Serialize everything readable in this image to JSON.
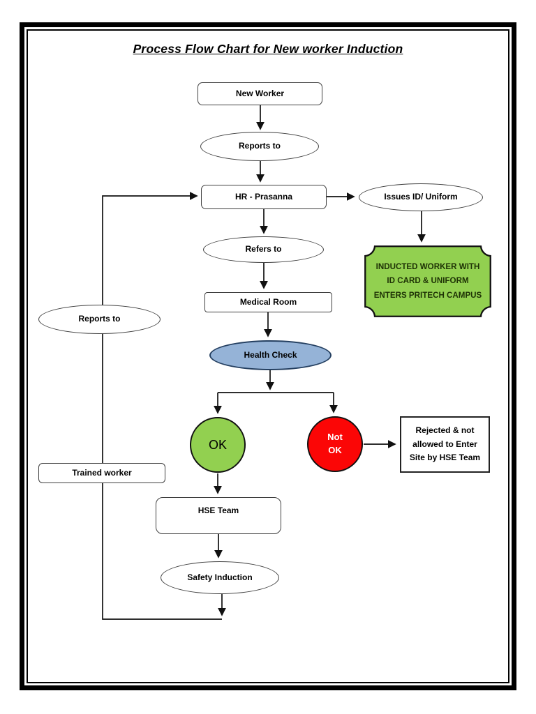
{
  "page": {
    "title": "Process Flow Chart for New worker Induction"
  },
  "colors": {
    "line": "#111111",
    "ok_green": "#92d050",
    "not_ok_red": "#fb0606",
    "health_blue": "#95b3d7",
    "plaque_green": "#92d050",
    "plaque_text": "#1e3205"
  },
  "nodes": {
    "new_worker": {
      "label": "New Worker"
    },
    "reports_to_top": {
      "label": "Reports to"
    },
    "hr": {
      "label": "HR - Prasanna"
    },
    "issues_id": {
      "label": "Issues ID/ Uniform"
    },
    "inducted": {
      "lines": [
        "INDUCTED WORKER WITH",
        "ID CARD & UNIFORM",
        "ENTERS PRITECH CAMPUS"
      ]
    },
    "refers_to": {
      "label": "Refers to"
    },
    "medical_room": {
      "label": "Medical Room"
    },
    "health_check": {
      "label": "Health Check"
    },
    "ok": {
      "label": "OK"
    },
    "not_ok": {
      "lines": [
        "Not",
        "OK"
      ]
    },
    "rejected": {
      "lines": [
        "Rejected & not",
        "allowed to Enter",
        "Site by HSE Team"
      ]
    },
    "hse_team": {
      "label": "HSE Team"
    },
    "safety_induction": {
      "label": "Safety Induction"
    },
    "reports_to_left": {
      "label": "Reports to"
    },
    "trained_worker": {
      "label": "Trained worker"
    }
  }
}
